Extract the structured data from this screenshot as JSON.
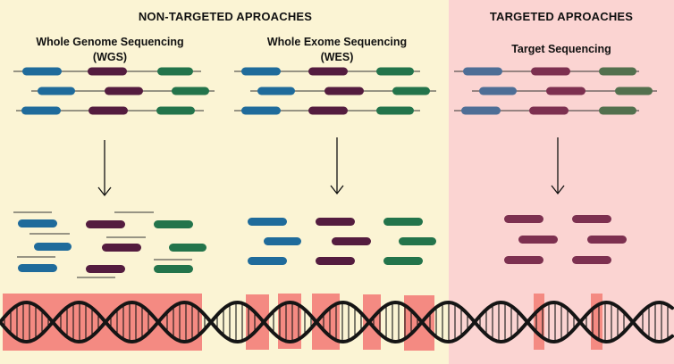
{
  "sections": {
    "non_targeted": {
      "heading": "NON-TARGETED APROACHES"
    },
    "targeted": {
      "heading": "TARGETED APROACHES"
    }
  },
  "methods": {
    "wgs": {
      "title_line1": "Whole Genome Sequencing",
      "title_line2": "(WGS)"
    },
    "wes": {
      "title_line1": "Whole Exome Sequencing",
      "title_line2": "(WES)"
    },
    "target": {
      "title": "Target Sequencing"
    }
  },
  "colors": {
    "non_targeted_background": "#fbf4d4",
    "targeted_background": "#fbd4d2",
    "blue_read": "#1f6b9b",
    "purple_read": "#541c3f",
    "green_read": "#23744b",
    "target_blue_read": "#4e6e96",
    "target_purple_read": "#7d3050",
    "target_green_read": "#53704e",
    "highlight_region": "#f48a82",
    "dna_strand": "#151515",
    "arrow": "#111111"
  },
  "icons": {
    "arrow": "down-arrow-icon",
    "dna": "dna-double-helix-icon"
  }
}
